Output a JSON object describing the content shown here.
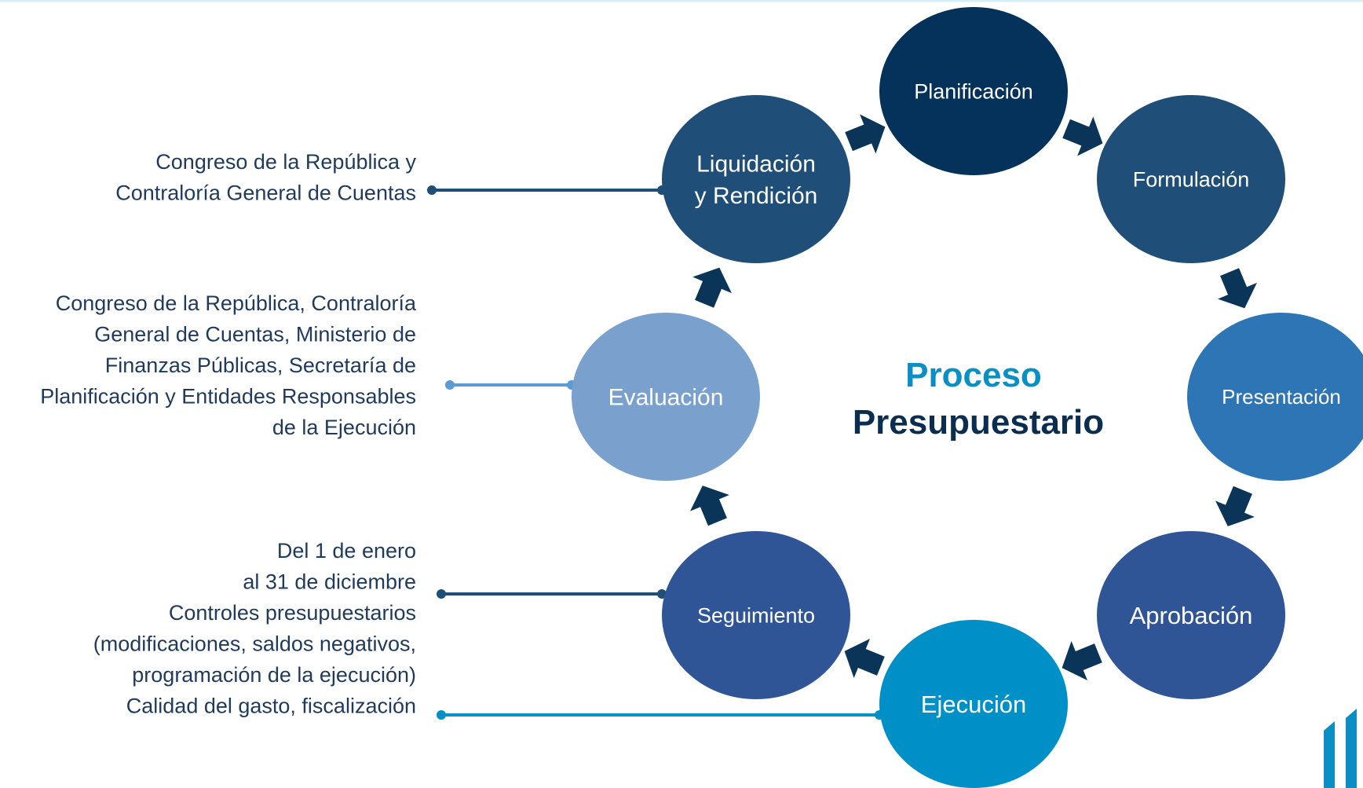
{
  "center": {
    "line1": "Proceso",
    "line2": "Presupuestario"
  },
  "stages": [
    {
      "key": "planificacion",
      "lines": [
        "Planificación"
      ],
      "color": "#05325a"
    },
    {
      "key": "formulacion",
      "lines": [
        "Formulación"
      ],
      "color": "#1f4e79"
    },
    {
      "key": "presentacion",
      "lines": [
        "Presentación"
      ],
      "color": "#2e75b6"
    },
    {
      "key": "aprobacion",
      "lines": [
        "Aprobación"
      ],
      "color": "#2f5597"
    },
    {
      "key": "ejecucion",
      "lines": [
        "Ejecución"
      ],
      "color": "#0090c8"
    },
    {
      "key": "seguimiento",
      "lines": [
        "Seguimiento"
      ],
      "color": "#2f5597"
    },
    {
      "key": "evaluacion",
      "lines": [
        "Evaluación"
      ],
      "color": "#7aa0cd"
    },
    {
      "key": "liquidacion",
      "lines": [
        "Liquidación",
        "y Rendición"
      ],
      "color": "#1f4e79"
    }
  ],
  "annotations": [
    {
      "stage": "liquidacion",
      "lines": [
        "Congreso de la República y",
        "Contraloría General de Cuentas"
      ],
      "color": "#1f4e79"
    },
    {
      "stage": "evaluacion",
      "lines": [
        "Congreso de la República, Contraloría",
        "General de Cuentas, Ministerio de",
        "Finanzas Públicas, Secretaría de",
        "Planificación y Entidades Responsables",
        "de la Ejecución"
      ],
      "color": "#5a9bd5"
    },
    {
      "stage": "seguimiento",
      "lines": [
        "Del 1 de enero",
        "al 31 de diciembre",
        "Controles presupuestarios",
        "(modificaciones, saldos negativos,",
        "programación de la ejecución)",
        "Calidad del gasto, fiscalización"
      ],
      "color": "#1f4e79"
    },
    {
      "stage": "ejecucion",
      "lines": [],
      "color": "#0090c8"
    }
  ],
  "colors": {
    "center_line1": "#0a8fc4",
    "center_line2": "#0b2d4f",
    "arrow": "#0b3558",
    "text": "#1f3a5c",
    "top_rule": "#d5eef5",
    "logo": "#0a8fc4"
  },
  "icons": [
    "logo-mark-icon"
  ]
}
